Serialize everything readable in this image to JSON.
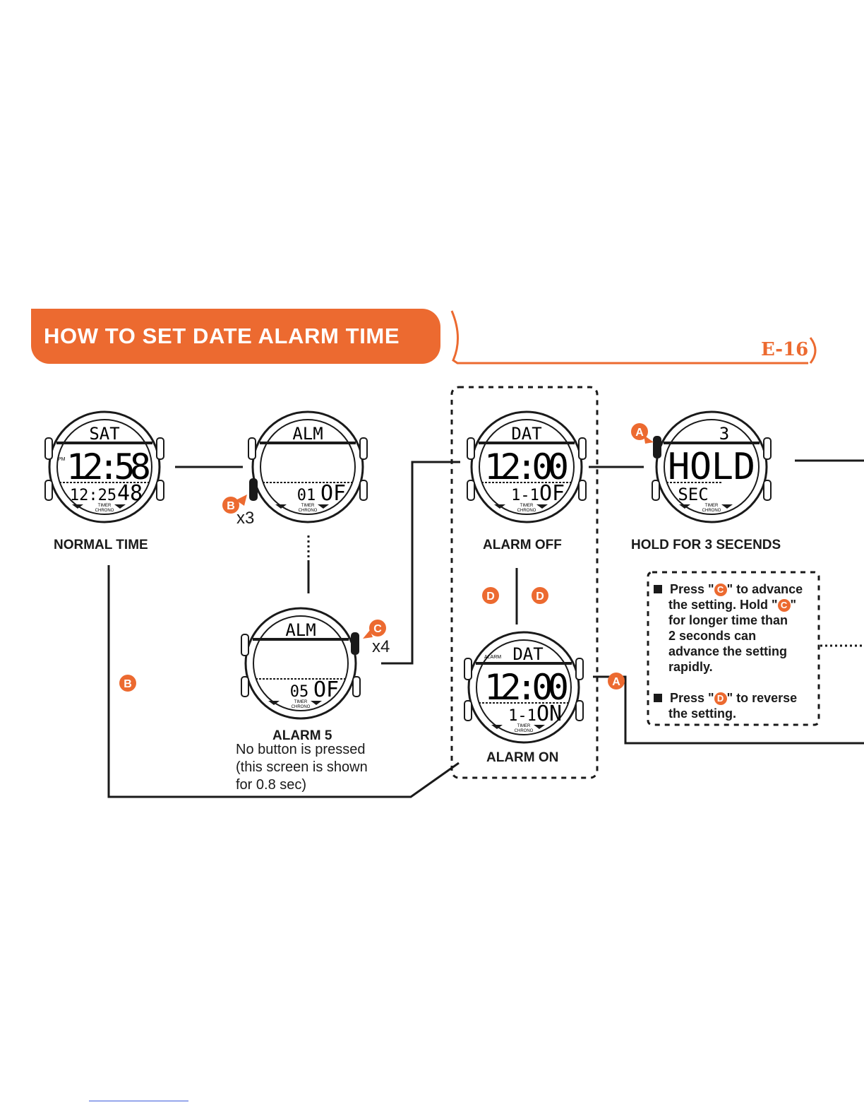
{
  "header": {
    "title": "HOW TO SET DATE ALARM TIME",
    "page_number": "E-16"
  },
  "watches": {
    "normal_time": {
      "top": "SAT",
      "main": "12:58",
      "sub_left": "12:25",
      "sub_right": "48",
      "indicator": "PM",
      "footer_1": "TIMER",
      "footer_2": "CHRONO",
      "label": "NORMAL TIME"
    },
    "alarm_1": {
      "top": "ALM",
      "main": "",
      "sub_left": "01",
      "sub_right": "OF",
      "footer_1": "TIMER",
      "footer_2": "CHRONO"
    },
    "alarm_5": {
      "top": "ALM",
      "main": "",
      "sub_left": "05",
      "sub_right": "OF",
      "footer_1": "TIMER",
      "footer_2": "CHRONO",
      "label": "ALARM 5"
    },
    "alarm_off": {
      "top": "DAT",
      "main": "12:00",
      "sub_left": "1-1",
      "sub_right": "OF",
      "footer_1": "TIMER",
      "footer_2": "CHRONO",
      "label": "ALARM OFF"
    },
    "alarm_on": {
      "top": "DAT",
      "main": "12:00",
      "sub_left": "1-1",
      "sub_right": "ON",
      "indicator": "ALARM",
      "footer_1": "TIMER",
      "footer_2": "CHRONO",
      "label": "ALARM ON"
    },
    "hold": {
      "top": "3",
      "main": "HOLD",
      "sub_left": "SEC",
      "sub_right": "",
      "footer_1": "TIMER",
      "footer_2": "CHRONO",
      "label": "HOLD FOR 3 SECENDS"
    }
  },
  "buttons": {
    "a": "A",
    "b": "B",
    "c": "C",
    "d": "D"
  },
  "multipliers": {
    "b_times": "x3",
    "c_times": "x4"
  },
  "alarm5_note": {
    "line1": "No button is pressed",
    "line2": "(this screen is shown",
    "line3": "for 0.8 sec)"
  },
  "instructions": {
    "c_press_prefix": "Press \"",
    "c_press_suffix": "\" to advance",
    "c_hold_prefix": "the setting. Hold \"",
    "c_hold_suffix": "\"",
    "c_line3": "for longer time than",
    "c_line4": "2 seconds can",
    "c_line5": "advance the setting",
    "c_line6": "rapidly.",
    "d_press_prefix": "Press \"",
    "d_press_suffix": "\" to reverse",
    "d_line2": "the setting."
  },
  "colors": {
    "accent": "#ec6a30",
    "ink": "#1a1a1a",
    "background": "#ffffff"
  }
}
